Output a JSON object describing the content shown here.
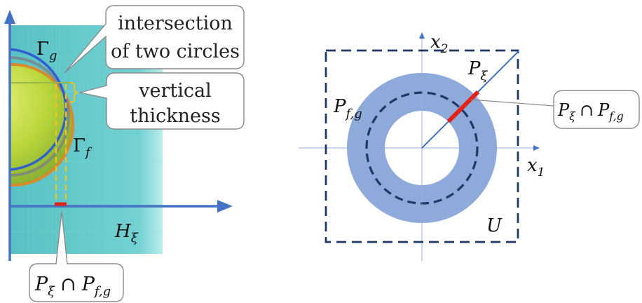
{
  "left_panel": {
    "label_gamma_g": {
      "base": "Γ",
      "sub": "g"
    },
    "label_gamma_f": {
      "base": "Γ",
      "sub": "f"
    },
    "label_h_xi": {
      "base": "H",
      "sub": "ξ"
    },
    "callout_intersection": {
      "line1": "intersection",
      "line2": "of two circles"
    },
    "callout_thickness": {
      "line1": "vertical",
      "line2": "thickness"
    },
    "callout_bottom": {
      "p1": "P",
      "s1": "ξ",
      "cap": "∩",
      "p2": "P",
      "s2": "f,g"
    }
  },
  "right_panel": {
    "label_x1": {
      "base": "x",
      "sub": "1"
    },
    "label_x2": {
      "base": "x",
      "sub": "2"
    },
    "label_p_xi": {
      "base": "P",
      "sub": "ξ"
    },
    "label_p_fg": {
      "base": "P",
      "sub": "f,g"
    },
    "label_u": "U",
    "callout": {
      "p1": "P",
      "s1": "ξ",
      "cap": "∩",
      "p2": "P",
      "s2": "f,g"
    }
  },
  "colors": {
    "axis_blue": "#4472c4",
    "teal_plane": "#5fc5c8",
    "annulus": "#8eaadb",
    "dashed": "#1f3864",
    "red": "#e32119",
    "yellow_dash": "#f5c518"
  }
}
